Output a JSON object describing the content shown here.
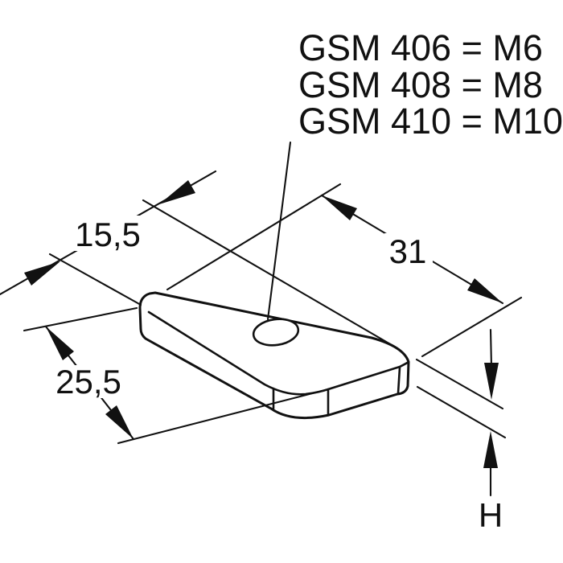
{
  "figure": {
    "type": "technical-dimension-drawing",
    "colors": {
      "line": "#111111",
      "background": "#ffffff"
    },
    "product_note": {
      "lines": [
        "GSM 406 = M6",
        "GSM 408 = M8",
        "GSM 410 = M10"
      ]
    },
    "dimensions": {
      "width_label": "15,5",
      "length_label": "31",
      "diagonal_label": "25,5",
      "height_label": "H"
    }
  }
}
